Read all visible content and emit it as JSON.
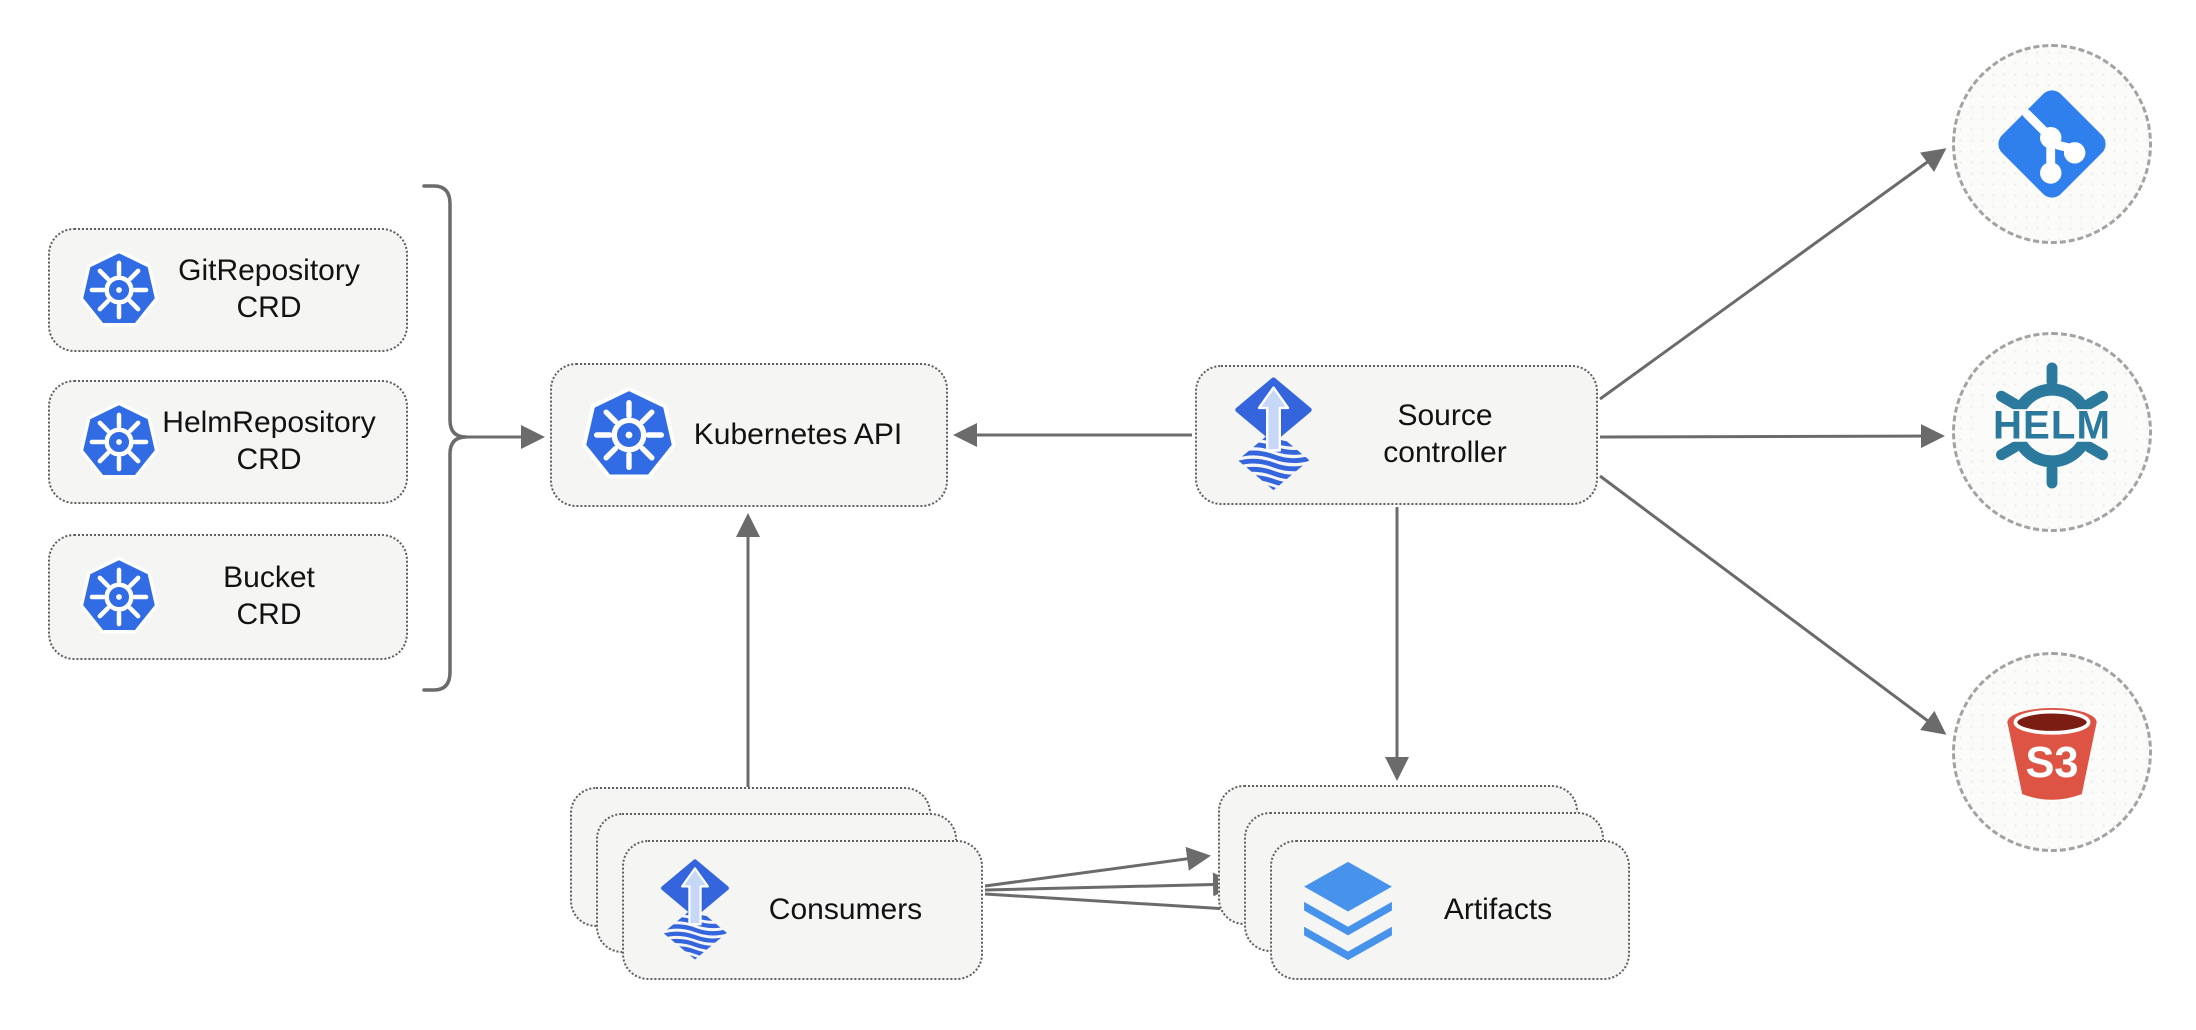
{
  "colors": {
    "background": "#ffffff",
    "box_fill": "#f5f5f4",
    "box_border": "#5f5f5f",
    "circle_fill": "#fbfbf9",
    "circle_border": "#a3a3a3",
    "line_gray": "#6b6b6b",
    "text": "#121212",
    "kubernetes_blue": "#326ce5",
    "flux_blue": "#3565dd",
    "flux_arrow_light": "#c7d7f7",
    "layers_blue": "#4793eb",
    "git_blue": "#2f80ed",
    "helm_teal": "#2b7a9e",
    "s3_red": "#dd5444",
    "s3_dark": "#7b1d13"
  },
  "nodes": {
    "crds": [
      {
        "label": "GitRepository\nCRD"
      },
      {
        "label": "HelmRepository\nCRD"
      },
      {
        "label": "Bucket\nCRD"
      }
    ],
    "kubernetes_api": {
      "label": "Kubernetes API"
    },
    "source_controller": {
      "label": "Source\ncontroller"
    },
    "consumers": {
      "label": "Consumers"
    },
    "artifacts": {
      "label": "Artifacts"
    },
    "helm_endpoint": {
      "logo_text": "HELM"
    },
    "s3_endpoint": {
      "logo_text": "S3"
    }
  },
  "edges": [
    {
      "name": "edge-crds-to-kubernetes-api",
      "from": "crd-group",
      "to": "kubernetes-api",
      "points": [
        [
          466,
          437
        ],
        [
          542,
          437
        ]
      ]
    },
    {
      "name": "edge-source-controller-to-kubernetes-api",
      "from": "source-controller",
      "to": "kubernetes-api",
      "points": [
        [
          1192,
          435
        ],
        [
          956,
          435
        ]
      ]
    },
    {
      "name": "edge-consumers-to-kubernetes-api",
      "from": "consumers",
      "to": "kubernetes-api",
      "points": [
        [
          748,
          787
        ],
        [
          748,
          516
        ]
      ]
    },
    {
      "name": "edge-source-controller-to-artifacts",
      "from": "source-controller",
      "to": "artifacts",
      "points": [
        [
          1397,
          507
        ],
        [
          1397,
          778
        ]
      ]
    },
    {
      "name": "edge-source-controller-to-git",
      "from": "source-controller",
      "to": "git-endpoint",
      "points": [
        [
          1600,
          399
        ],
        [
          1944,
          150
        ]
      ]
    },
    {
      "name": "edge-source-controller-to-helm",
      "from": "source-controller",
      "to": "helm-endpoint",
      "points": [
        [
          1600,
          437
        ],
        [
          1942,
          436
        ]
      ]
    },
    {
      "name": "edge-source-controller-to-s3",
      "from": "source-controller",
      "to": "s3-endpoint",
      "points": [
        [
          1600,
          476
        ],
        [
          1944,
          733
        ]
      ]
    },
    {
      "name": "edge-consumers-to-artifacts-back",
      "from": "consumers",
      "to": "artifacts",
      "points": [
        [
          985,
          886
        ],
        [
          1208,
          856
        ]
      ]
    },
    {
      "name": "edge-consumers-to-artifacts-middle",
      "from": "consumers",
      "to": "artifacts",
      "points": [
        [
          985,
          890
        ],
        [
          1234,
          884
        ]
      ]
    },
    {
      "name": "edge-consumers-to-artifacts-front",
      "from": "consumers",
      "to": "artifacts",
      "points": [
        [
          985,
          894
        ],
        [
          1260,
          911
        ]
      ]
    }
  ]
}
